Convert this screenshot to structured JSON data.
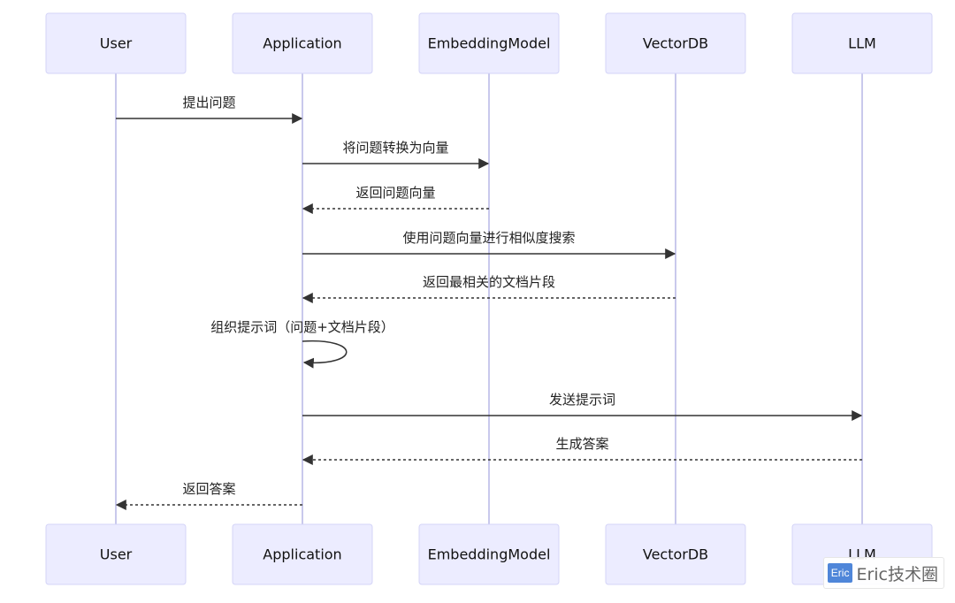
{
  "participants": [
    {
      "id": "user",
      "label": "User"
    },
    {
      "id": "app",
      "label": "Application"
    },
    {
      "id": "embed",
      "label": "EmbeddingModel"
    },
    {
      "id": "vdb",
      "label": "VectorDB"
    },
    {
      "id": "llm",
      "label": "LLM"
    }
  ],
  "messages": [
    {
      "from": "user",
      "to": "app",
      "label": "提出问题",
      "kind": "call"
    },
    {
      "from": "app",
      "to": "embed",
      "label": "将问题转换为向量",
      "kind": "call"
    },
    {
      "from": "embed",
      "to": "app",
      "label": "返回问题向量",
      "kind": "reply"
    },
    {
      "from": "app",
      "to": "vdb",
      "label": "使用问题向量进行相似度搜索",
      "kind": "call"
    },
    {
      "from": "vdb",
      "to": "app",
      "label": "返回最相关的文档片段",
      "kind": "reply"
    },
    {
      "from": "app",
      "to": "app",
      "label": "组织提示词（问题+文档片段）",
      "kind": "self"
    },
    {
      "from": "app",
      "to": "llm",
      "label": "发送提示词",
      "kind": "call"
    },
    {
      "from": "llm",
      "to": "app",
      "label": "生成答案",
      "kind": "reply"
    },
    {
      "from": "app",
      "to": "user",
      "label": "返回答案",
      "kind": "reply"
    }
  ],
  "watermark": {
    "logo": "Eric",
    "text": "Eric技术圈"
  }
}
